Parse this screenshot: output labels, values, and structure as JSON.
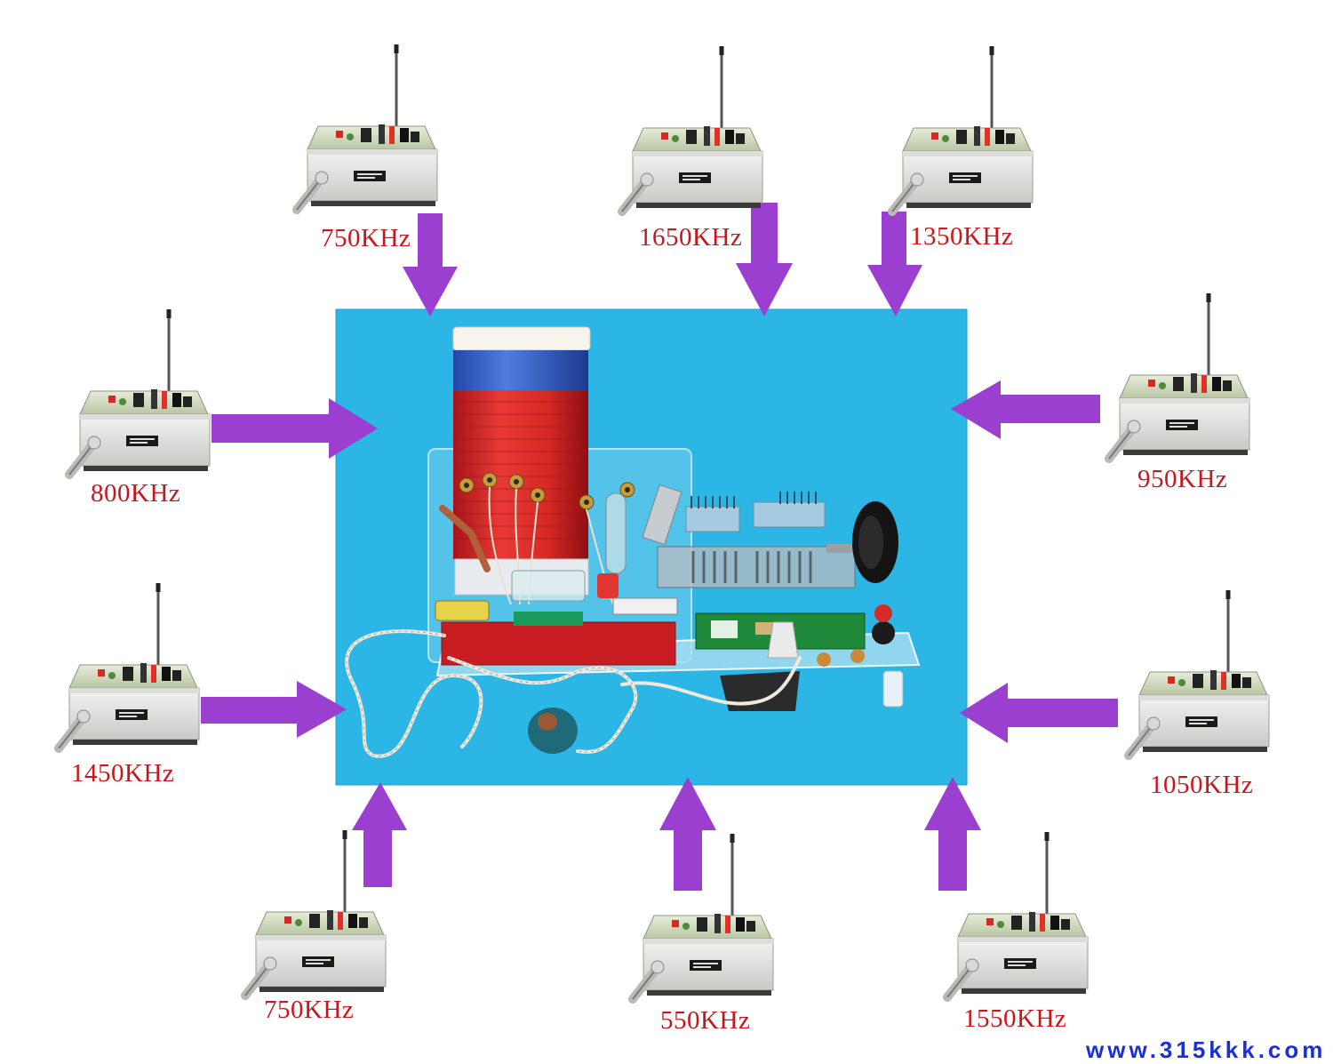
{
  "labels": {
    "top_left": "750KHz",
    "top_middle": "1650KHz",
    "top_right": "1350KHz",
    "left_upper": "800KHz",
    "right_upper": "950KHz",
    "left_lower": "1450KHz",
    "right_lower": "1050KHz",
    "bottom_left": "750KHz",
    "bottom_middle": "550KHz",
    "bottom_right": "1550KHz"
  },
  "watermark": "www.315kkk.com",
  "colors": {
    "arrow": "#9a3fcf",
    "label_text": "#c8161d",
    "photo_background": "#2bb6e6",
    "watermark": "#1b2fd8"
  },
  "icons": {
    "transmitter": "signal-transmitter-icon",
    "receiver": "crystal-radio-receiver-icon"
  }
}
